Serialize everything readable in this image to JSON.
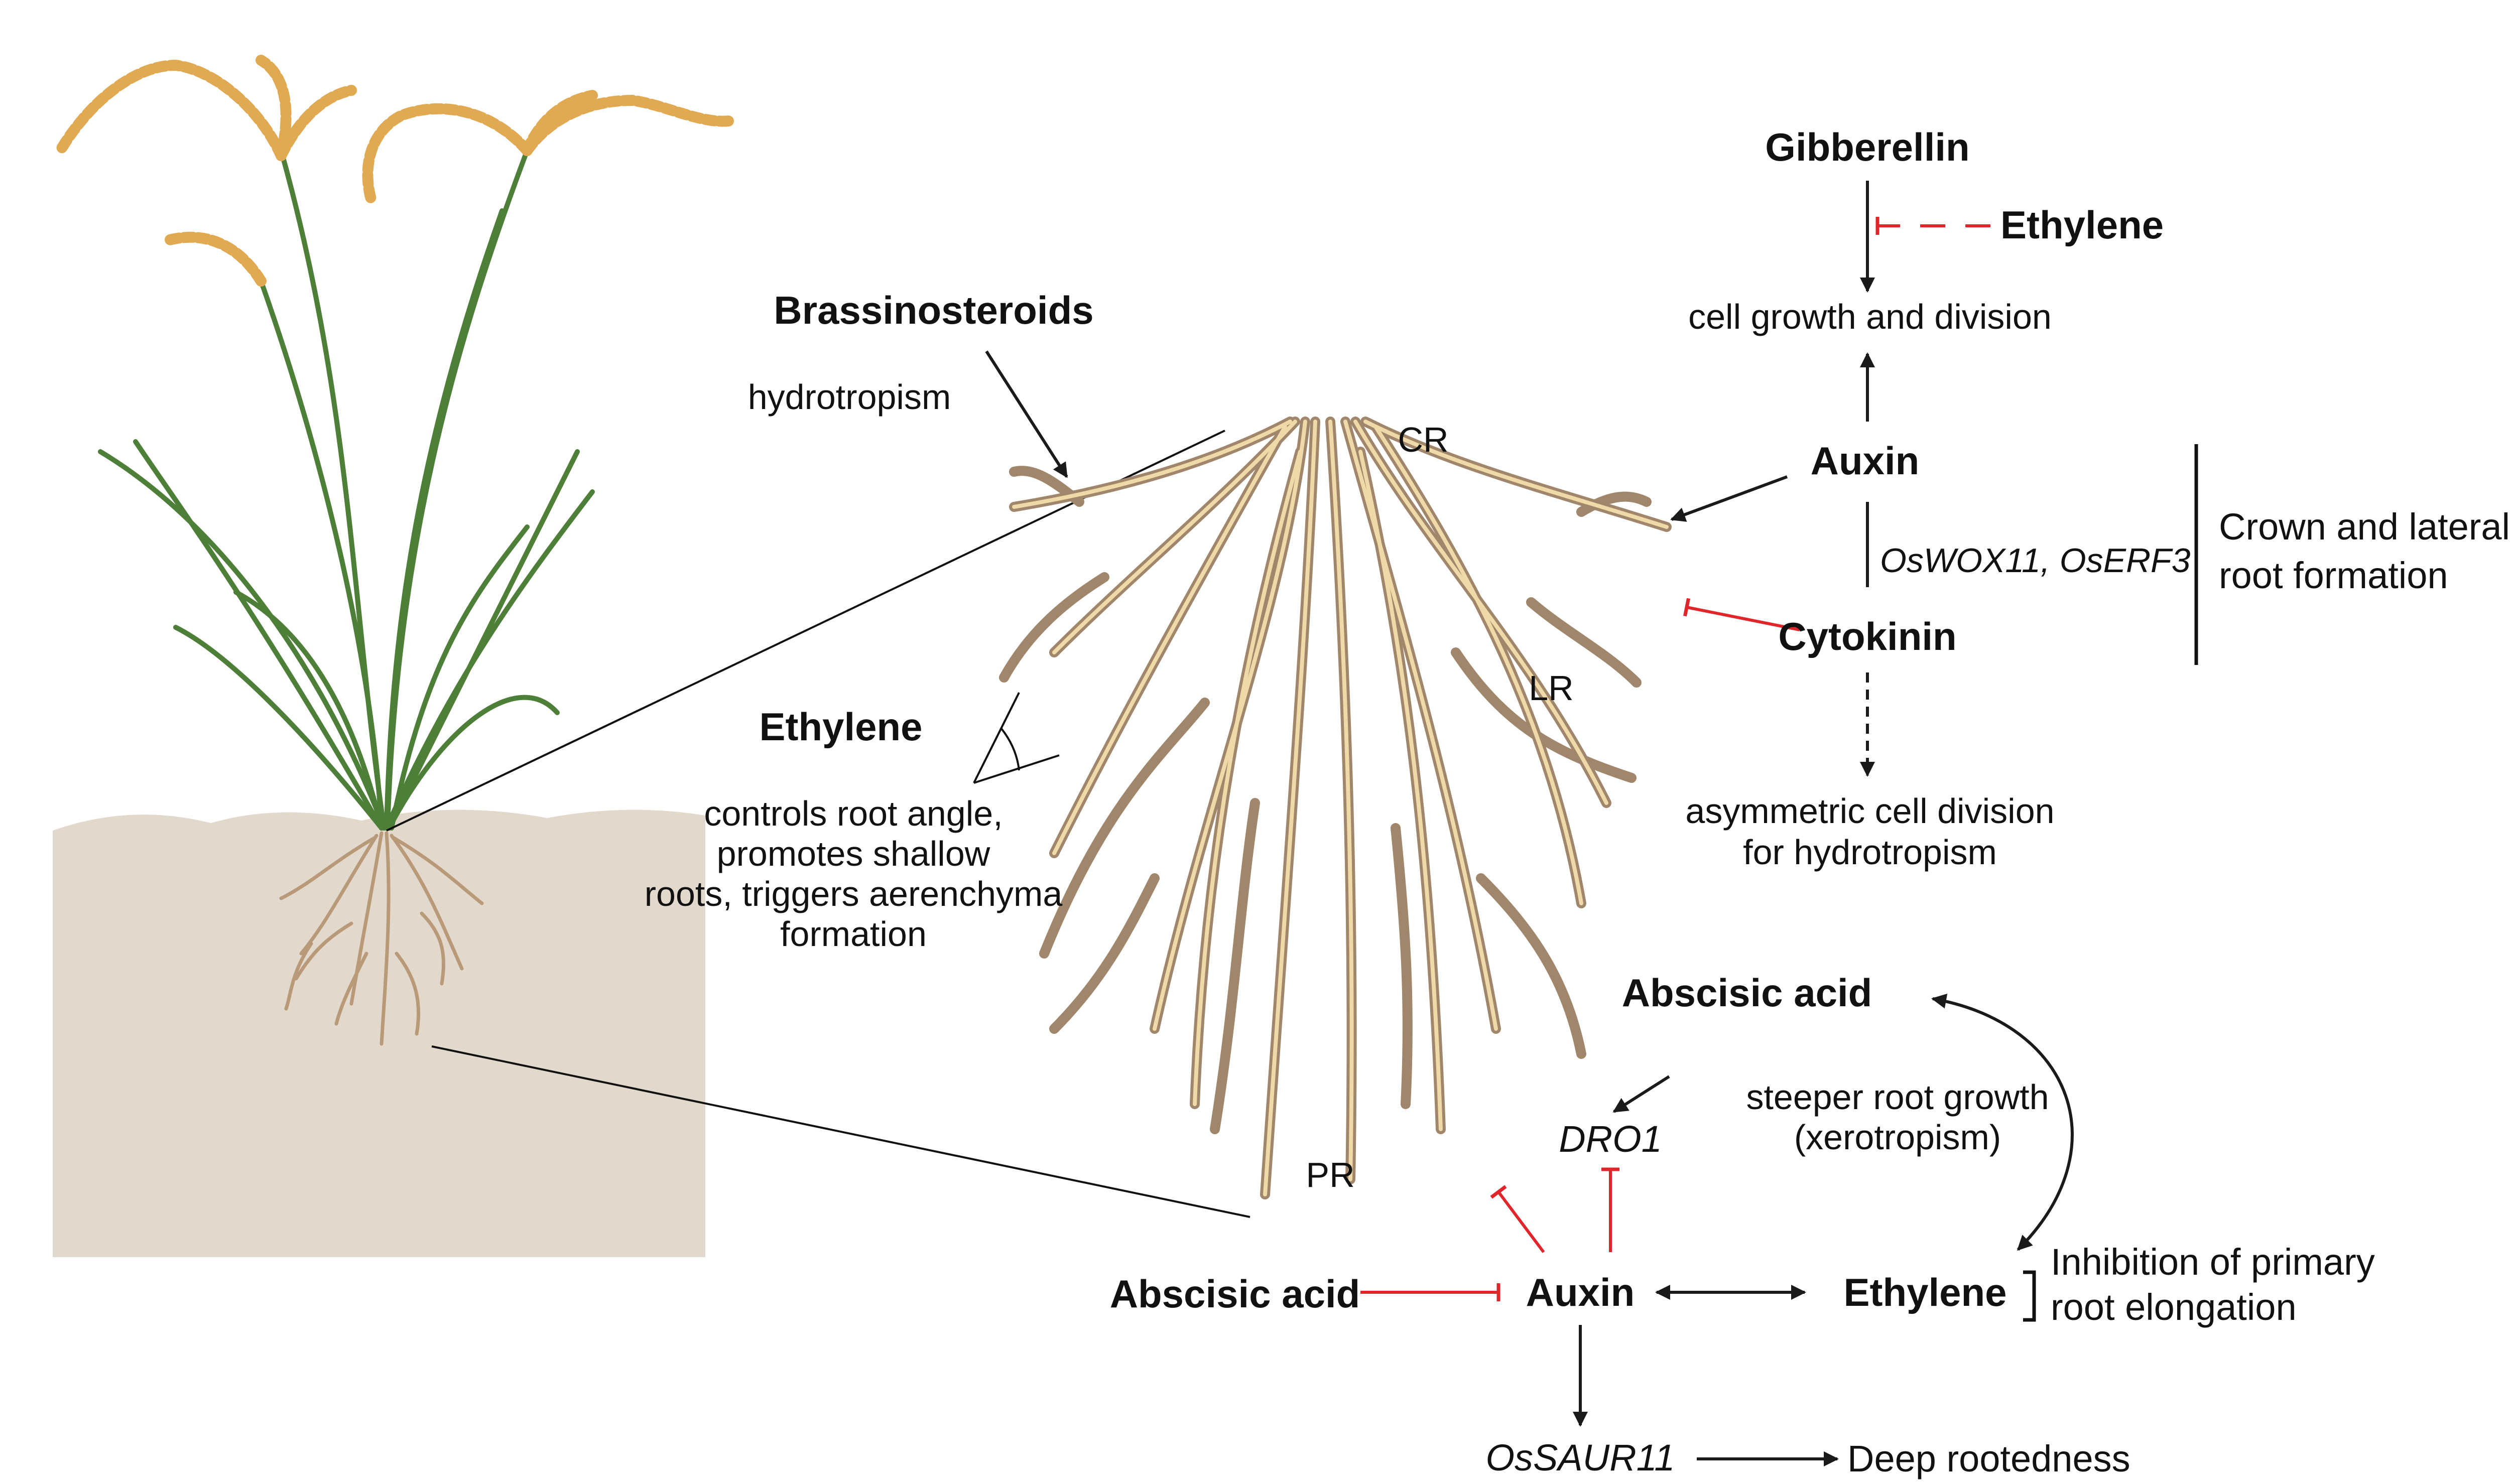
{
  "hormones": {
    "gibberellin": "Gibberellin",
    "ethylene_gibberellin": "Ethylene",
    "brassinosteroids": "Brassinosteroids",
    "ethylene_left": "Ethylene",
    "auxin_top": "Auxin",
    "cytokinin": "Cytokinin",
    "abscisic_acid_top": "Abscisic acid",
    "abscisic_acid_bottom": "Abscisic acid",
    "auxin_bottom": "Auxin",
    "ethylene_bottom": "Ethylene"
  },
  "effects": {
    "cell_growth": "cell growth and division",
    "hydrotropism": "hydrotropism",
    "ethylene_effects": [
      "controls root angle,",
      "promotes shallow",
      "roots, triggers aerenchyma",
      "formation"
    ],
    "asymmetric": [
      "asymmetric cell division",
      "for hydrotropism"
    ],
    "crown_lateral": [
      "Crown and lateral",
      "root formation"
    ],
    "steeper": [
      "steeper root growth",
      "(xerotropism)"
    ],
    "inhibition": [
      "Inhibition of primary",
      "root elongation"
    ],
    "deep_rootedness": "Deep rootedness"
  },
  "genes": {
    "wox_erf": "OsWOX11, OsERF3",
    "dro1": "DRO1",
    "saur11": "OsSAUR11"
  },
  "root_labels": {
    "cr": "CR",
    "lr": "LR",
    "pr": "PR"
  },
  "colors": {
    "activation_arrow": "#1a1a1a",
    "inhibition_arrow": "#e0262b",
    "root": "#a0866a",
    "root_core": "#f0d9a8",
    "soil": "#e2d8cc",
    "leaf": "#5b9243",
    "panicle": "#e1a951"
  }
}
